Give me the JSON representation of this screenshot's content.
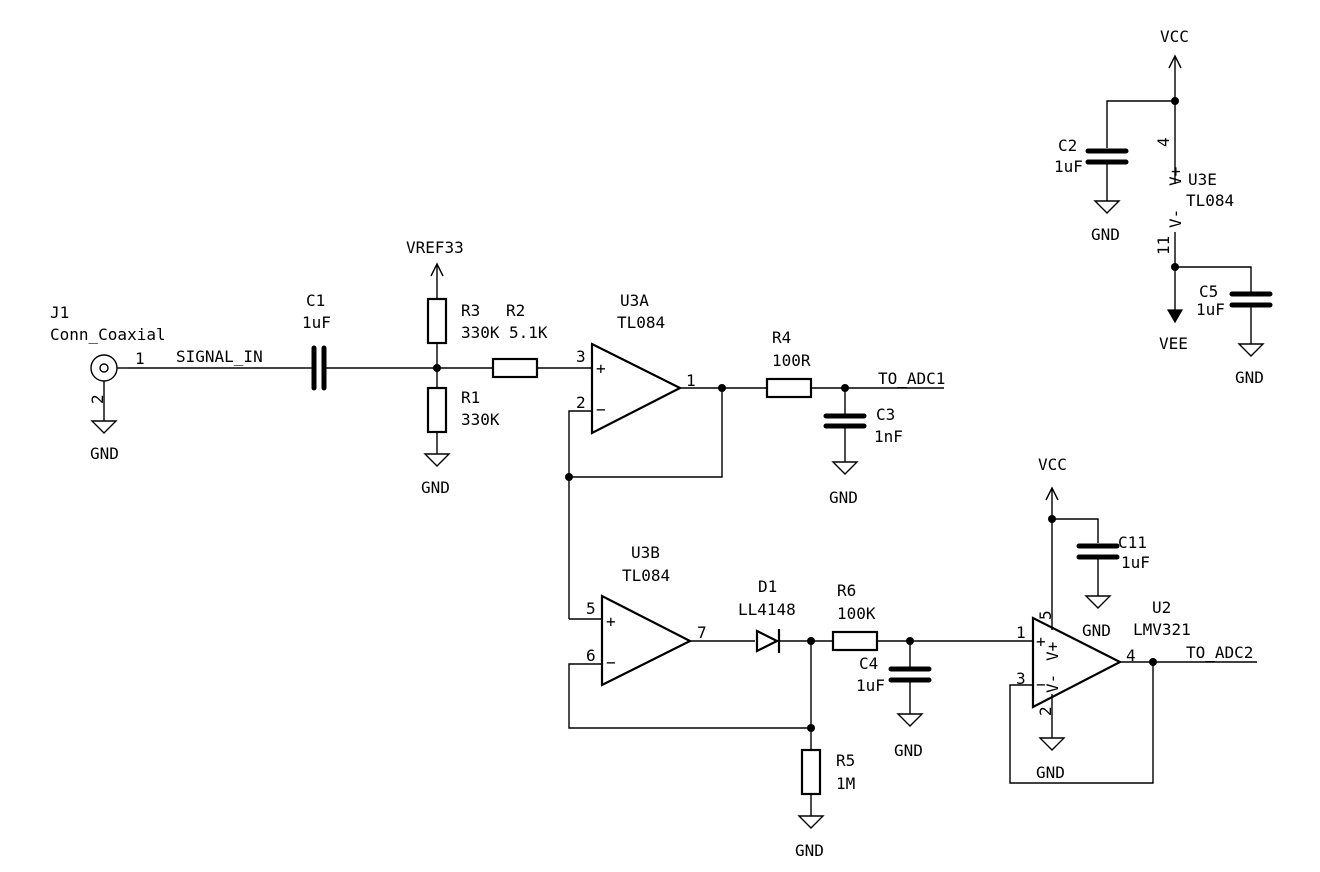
{
  "parts": {
    "j1": {
      "ref": "J1",
      "value": "Conn_Coaxial",
      "pin1": "1",
      "pin2": "2"
    },
    "c1": {
      "ref": "C1",
      "value": "1uF"
    },
    "r1": {
      "ref": "R1",
      "value": "330K"
    },
    "r2": {
      "ref": "R2",
      "value": "5.1K"
    },
    "r3": {
      "ref": "R3",
      "value": "330K"
    },
    "r4": {
      "ref": "R4",
      "value": "100R"
    },
    "r5": {
      "ref": "R5",
      "value": "1M"
    },
    "r6": {
      "ref": "R6",
      "value": "100K"
    },
    "c2": {
      "ref": "C2",
      "value": "1uF"
    },
    "c3": {
      "ref": "C3",
      "value": "1nF"
    },
    "c4": {
      "ref": "C4",
      "value": "1uF"
    },
    "c5": {
      "ref": "C5",
      "value": "1uF"
    },
    "c11": {
      "ref": "C11",
      "value": "1uF"
    },
    "d1": {
      "ref": "D1",
      "value": "LL4148"
    },
    "u3a": {
      "ref": "U3A",
      "value": "TL084",
      "pin_in_plus": "3",
      "pin_in_minus": "2",
      "pin_out": "1"
    },
    "u3b": {
      "ref": "U3B",
      "value": "TL084",
      "pin_in_plus": "5",
      "pin_in_minus": "6",
      "pin_out": "7"
    },
    "u3e": {
      "ref": "U3E",
      "value": "TL084",
      "pin_vplus": "4",
      "pin_vminus": "11",
      "vplus_label": "V+",
      "vminus_label": "V-"
    },
    "u2": {
      "ref": "U2",
      "value": "LMV321",
      "pin_in_plus": "1",
      "pin_in_minus": "3",
      "pin_out": "4",
      "pin_vplus": "5",
      "pin_vminus": "2",
      "vplus_label": "V+",
      "vminus_label": "V-"
    }
  },
  "nets": {
    "signal_in": "SIGNAL_IN",
    "to_adc1": "TO_ADC1",
    "to_adc2": "TO_ADC2",
    "vref33": "VREF33",
    "vcc": "VCC",
    "vee": "VEE",
    "gnd": "GND"
  },
  "signs": {
    "plus": "+",
    "minus": "−"
  }
}
